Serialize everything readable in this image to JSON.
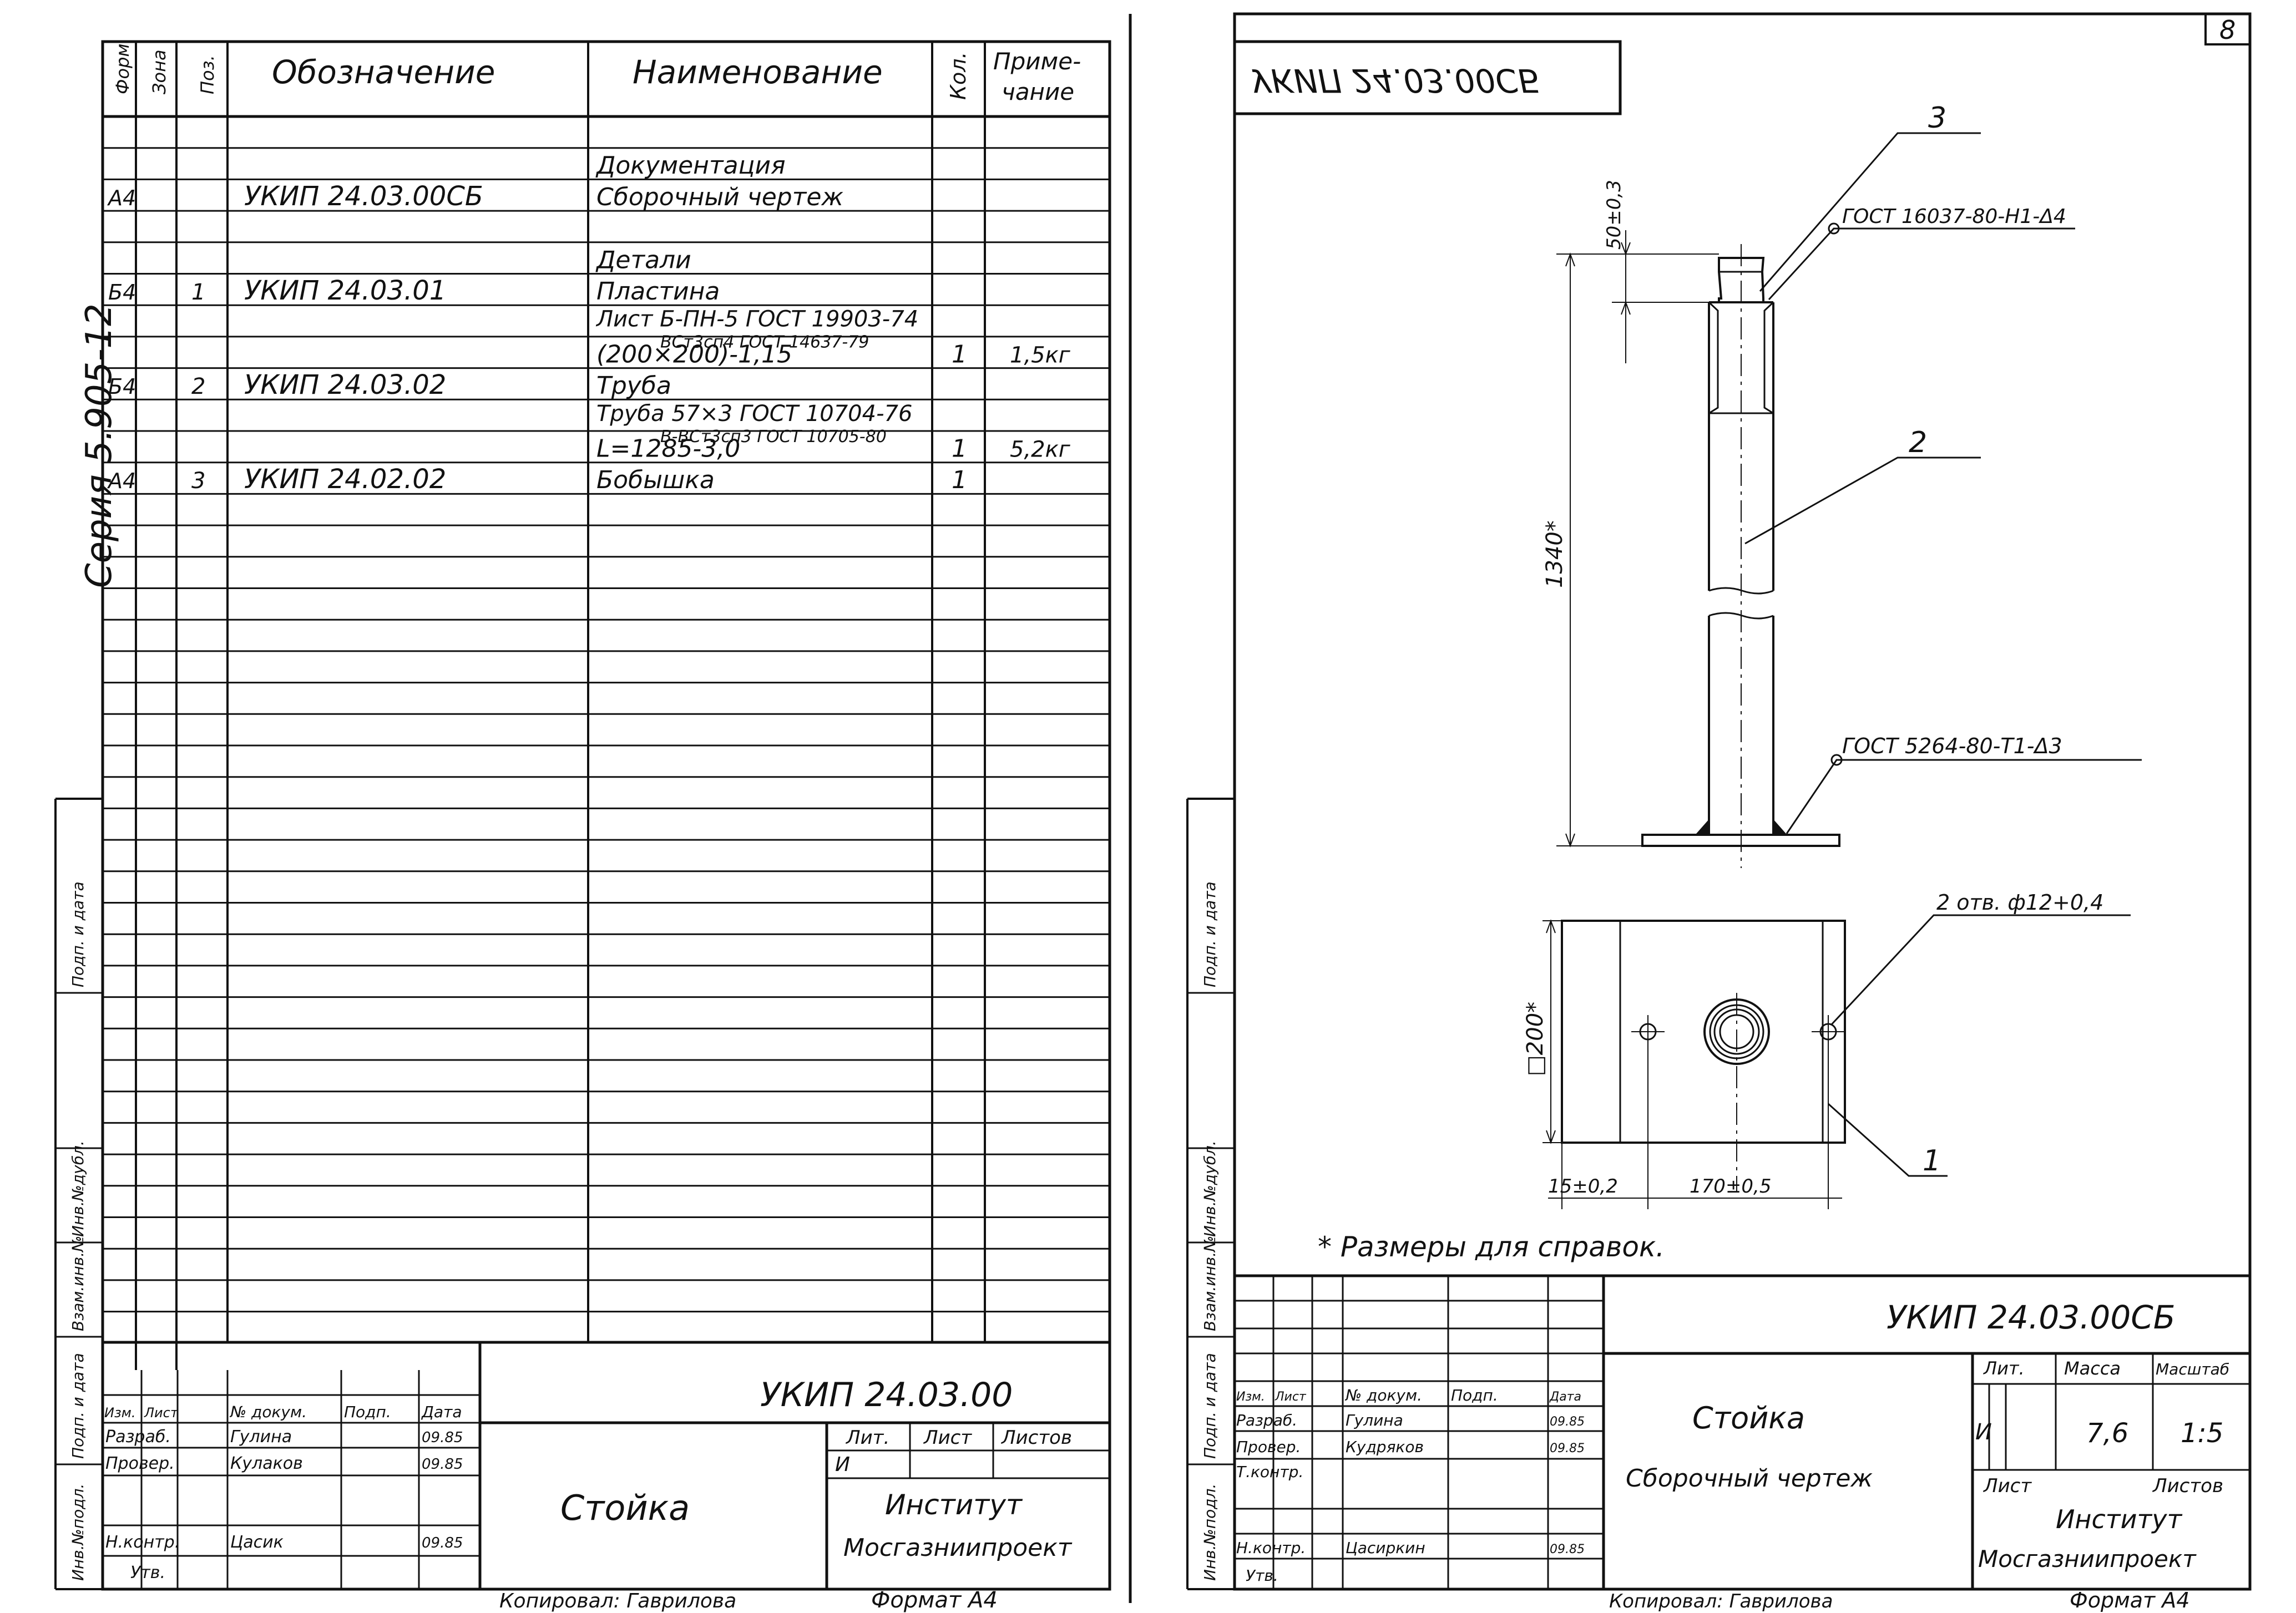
{
  "left_sheet": {
    "header": {
      "format": "Форм",
      "zone": "Зона",
      "pos": "Поз.",
      "designation": "Обозначение",
      "name": "Наименование",
      "qty": "Кол.",
      "note": "Приме-\nчание"
    },
    "series_label": "Серия 5.905-12",
    "rows": [
      {
        "name": "Документация"
      },
      {
        "format": "А4",
        "designation": "УКИП 24.03.00СБ",
        "name": "Сборочный чертеж"
      },
      {
        "name": "Детали"
      },
      {
        "format": "Б4",
        "pos": "1",
        "designation": "УКИП 24.03.01",
        "name": "Пластина"
      },
      {
        "name": "Лист Б-ПН-5 ГОСТ 19903-74",
        "name2": "ВСт3сп4 ГОСТ 14637-79"
      },
      {
        "name": "(200×200)-1,15",
        "qty": "1",
        "note": "1,5кг"
      },
      {
        "format": "Б4",
        "pos": "2",
        "designation": "УКИП 24.03.02",
        "name": "Труба"
      },
      {
        "name": "Труба 57×3 ГОСТ 10704-76",
        "name2": "В-ВСт3сп3 ГОСТ 10705-80"
      },
      {
        "name": "L=1285-3,0",
        "qty": "1",
        "note": "5,2кг"
      },
      {
        "format": "А4",
        "pos": "3",
        "designation": "УКИП 24.02.02",
        "name": "Бобышка",
        "qty": "1"
      }
    ],
    "side_stamps": [
      "Инв.№подл.",
      "Подп. и дата",
      "Взам.инв.№",
      "Инв.№дубл.",
      "Подп. и дата"
    ],
    "title_block": {
      "doc_number": "УКИП 24.03.00",
      "col_headers": [
        "Изм.",
        "Лист",
        "№ докум.",
        "Подп.",
        "Дата"
      ],
      "roles": [
        {
          "role": "Разраб.",
          "name": "Гулина",
          "date": "09.85"
        },
        {
          "role": "Провер.",
          "name": "Кулаков",
          "date": "09.85"
        },
        {
          "role": "Н.контр.",
          "name": "Цасик",
          "date": "09.85"
        },
        {
          "role": "Утв.",
          "name": "",
          "date": ""
        }
      ],
      "title": "Стойка",
      "lit": "Лит.",
      "list": "Лист",
      "lists": "Листов",
      "lit_value": "И",
      "org_line1": "Институт",
      "org_line2": "Мосгазниипроект"
    },
    "footer_copied": "Копировал: Гаврилова",
    "footer_format": "Формат А4"
  },
  "right_sheet": {
    "page_number": "8",
    "top_code_mirrored": "УКИП 24.03.00СБ",
    "callouts": {
      "c1": "1",
      "c2": "2",
      "c3": "3",
      "weld1": "ГОСТ 16037-80-Н1-Δ4",
      "weld2": "ГОСТ 5264-80-Т1-Δ3",
      "holes": "2 отв. ф12+0,4"
    },
    "dims": {
      "d50": "50±0,3",
      "d1340": "1340*",
      "d200": "□200*",
      "d15": "15±0,2",
      "d170": "170±0,5"
    },
    "note": "* Размеры для справок.",
    "title_block": {
      "doc_number": "УКИП 24.03.00СБ",
      "col_headers": [
        "Изм.",
        "Лист",
        "№ докум.",
        "Подп.",
        "Дата"
      ],
      "roles": [
        {
          "role": "Разраб.",
          "name": "Гулина",
          "date": "09.85"
        },
        {
          "role": "Провер.",
          "name": "Кудряков",
          "date": "09.85"
        },
        {
          "role": "Т.контр.",
          "name": "",
          "date": ""
        },
        {
          "role": "Н.контр.",
          "name": "Цасиркин",
          "date": "09.85"
        },
        {
          "role": "Утв.",
          "name": "",
          "date": ""
        }
      ],
      "title_line1": "Стойка",
      "title_line2": "Сборочный чертеж",
      "lit": "Лит.",
      "mass": "Масса",
      "scale": "Масштаб",
      "lit_value": "И",
      "mass_value": "7,6",
      "scale_value": "1:5",
      "list": "Лист",
      "lists": "Листов",
      "org_line1": "Институт",
      "org_line2": "Мосгазниипроект"
    },
    "footer_copied": "Копировал: Гаврилова",
    "footer_format": "Формат А4"
  }
}
